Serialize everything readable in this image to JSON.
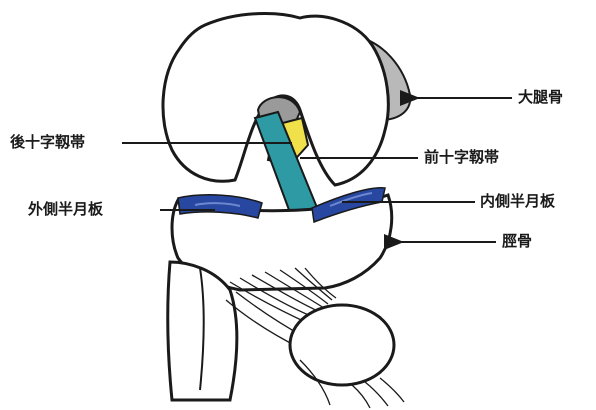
{
  "labels": {
    "femur": "大腿骨",
    "pcl": "後十字靱帯",
    "acl": "前十字靱帯",
    "lateral_meniscus": "外側半月板",
    "medial_meniscus": "内側半月板",
    "tibia": "脛骨"
  },
  "colors": {
    "outline": "#1a1a1a",
    "bone_shade": "#b9b9b9",
    "acl": "#2e9aa4",
    "pcl": "#f0e04a",
    "meniscus": "#2747a0",
    "notch": "#9a9a9a"
  }
}
